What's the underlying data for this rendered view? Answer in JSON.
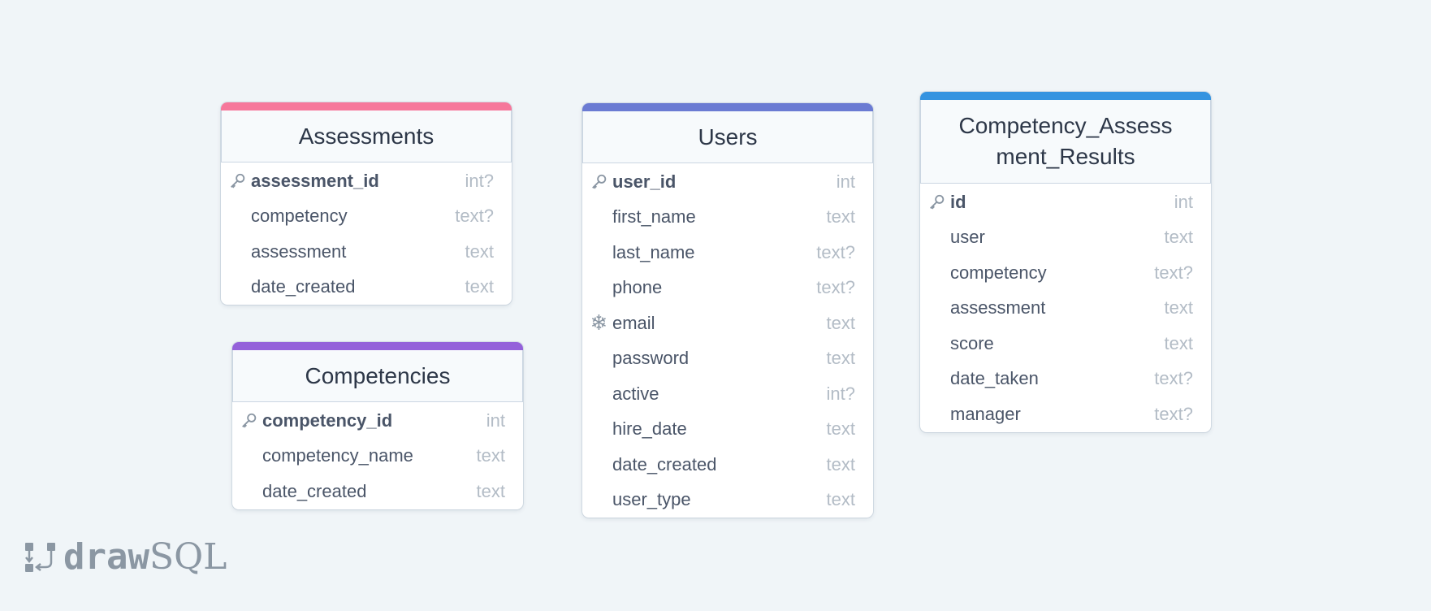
{
  "brand": {
    "draw": "draw",
    "sql": "SQL"
  },
  "colors": {
    "background": "#f0f5f8",
    "assessments": "#f6779b",
    "competencies": "#9461da",
    "users": "#6b7bd3",
    "results": "#3593e0"
  },
  "tables": {
    "assessments": {
      "title": "Assessments",
      "columns": [
        {
          "name": "assessment_id",
          "type": "int?",
          "icon": "key-icon"
        },
        {
          "name": "competency",
          "type": "text?"
        },
        {
          "name": "assessment",
          "type": "text"
        },
        {
          "name": "date_created",
          "type": "text"
        }
      ]
    },
    "competencies": {
      "title": "Competencies",
      "columns": [
        {
          "name": "competency_id",
          "type": "int",
          "icon": "key-icon"
        },
        {
          "name": "competency_name",
          "type": "text"
        },
        {
          "name": "date_created",
          "type": "text"
        }
      ]
    },
    "users": {
      "title": "Users",
      "columns": [
        {
          "name": "user_id",
          "type": "int",
          "icon": "key-icon"
        },
        {
          "name": "first_name",
          "type": "text"
        },
        {
          "name": "last_name",
          "type": "text?"
        },
        {
          "name": "phone",
          "type": "text?"
        },
        {
          "name": "email",
          "type": "text",
          "icon": "unique-snowflake-icon"
        },
        {
          "name": "password",
          "type": "text"
        },
        {
          "name": "active",
          "type": "int?"
        },
        {
          "name": "hire_date",
          "type": "text"
        },
        {
          "name": "date_created",
          "type": "text"
        },
        {
          "name": "user_type",
          "type": "text"
        }
      ]
    },
    "results": {
      "title_line1": "Competency_Assess",
      "title_line2": "ment_Results",
      "columns": [
        {
          "name": "id",
          "type": "int",
          "icon": "key-icon"
        },
        {
          "name": "user",
          "type": "text"
        },
        {
          "name": "competency",
          "type": "text?"
        },
        {
          "name": "assessment",
          "type": "text"
        },
        {
          "name": "score",
          "type": "text"
        },
        {
          "name": "date_taken",
          "type": "text?"
        },
        {
          "name": "manager",
          "type": "text?"
        }
      ]
    }
  }
}
